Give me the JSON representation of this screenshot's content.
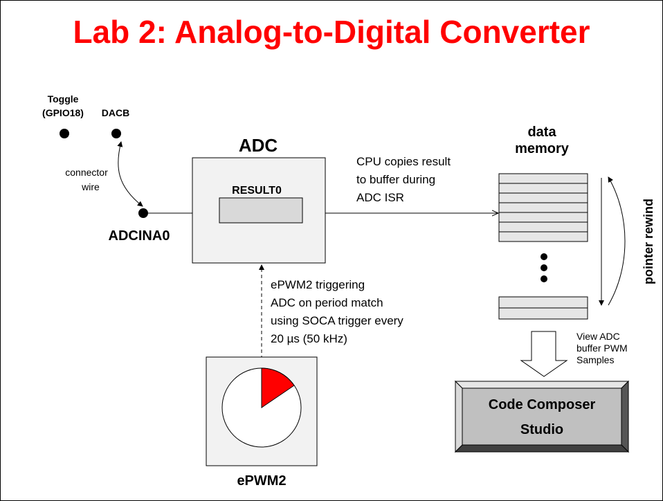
{
  "title": "Lab 2: Analog-to-Digital Converter",
  "pins": {
    "toggle_line1": "Toggle",
    "toggle_line2": "(GPIO18)",
    "dacb": "DACB",
    "connector_line1": "connector",
    "connector_line2": "wire",
    "adcina0": "ADCINA0"
  },
  "adc": {
    "label": "ADC",
    "register": "RESULT0"
  },
  "cpu_note": [
    "CPU copies result",
    "to buffer during",
    "ADC ISR"
  ],
  "memory": {
    "label_line1": "data",
    "label_line2": "memory",
    "rewind_label": "pointer rewind"
  },
  "epwm_note": [
    "ePWM2 triggering",
    "ADC on period match",
    "using SOCA trigger every",
    "20 µs (50 kHz)"
  ],
  "epwm": {
    "label": "ePWM2"
  },
  "view_note": [
    "View ADC",
    "buffer PWM",
    "Samples"
  ],
  "ccs": {
    "line1": "Code Composer",
    "line2": "Studio"
  },
  "colors": {
    "title": "#ff0000",
    "pie_slice": "#ff0000",
    "box_fill": "#f2f2f2",
    "register_fill": "#d9d9d9",
    "ccs_face": "#c0c0c0"
  }
}
